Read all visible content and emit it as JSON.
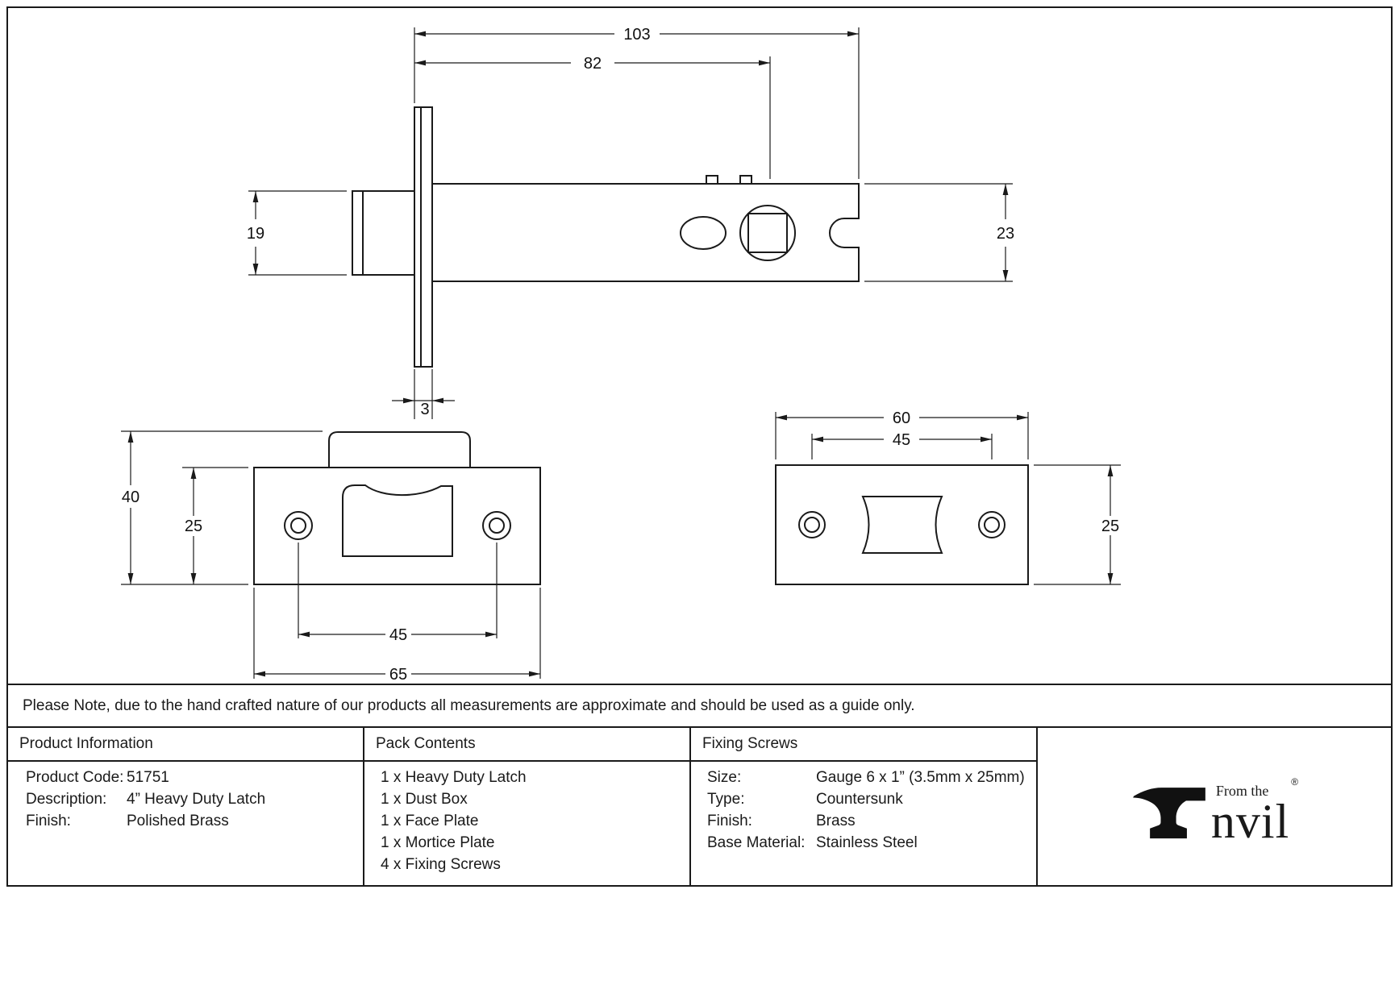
{
  "note": "Please Note, due to the hand crafted nature of our products all measurements are approximate and should be used as a guide only.",
  "drawing": {
    "side_view": {
      "overall_length": "103",
      "case_depth": "82",
      "bolt_height": "19",
      "case_height": "23",
      "faceplate_thickness": "3"
    },
    "faceplate_view": {
      "total_height": "40",
      "plate_height": "25",
      "hole_spacing": "45",
      "plate_width": "65"
    },
    "mortice_view": {
      "plate_width": "60",
      "hole_spacing": "45",
      "plate_height": "25"
    }
  },
  "product_information": {
    "header": "Product Information",
    "rows": [
      {
        "label": "Product Code:",
        "value": "51751"
      },
      {
        "label": "Description:",
        "value": "4” Heavy Duty Latch"
      },
      {
        "label": "Finish:",
        "value": "Polished Brass"
      }
    ]
  },
  "pack_contents": {
    "header": "Pack Contents",
    "items": [
      "1 x Heavy Duty Latch",
      "1 x Dust Box",
      "1 x Face Plate",
      "1 x Mortice Plate",
      "4 x Fixing Screws"
    ]
  },
  "fixing_screws": {
    "header": "Fixing Screws",
    "rows": [
      {
        "label": "Size:",
        "value": "Gauge 6 x 1” (3.5mm x 25mm)"
      },
      {
        "label": "Type:",
        "value": "Countersunk"
      },
      {
        "label": "Finish:",
        "value": "Brass"
      },
      {
        "label": "Base Material:",
        "value": "Stainless Steel"
      }
    ]
  },
  "logo": {
    "tagline": "From the",
    "brand_suffix": "nvil",
    "registered": "®"
  },
  "colors": {
    "line": "#1a1a1a",
    "background": "#ffffff"
  }
}
